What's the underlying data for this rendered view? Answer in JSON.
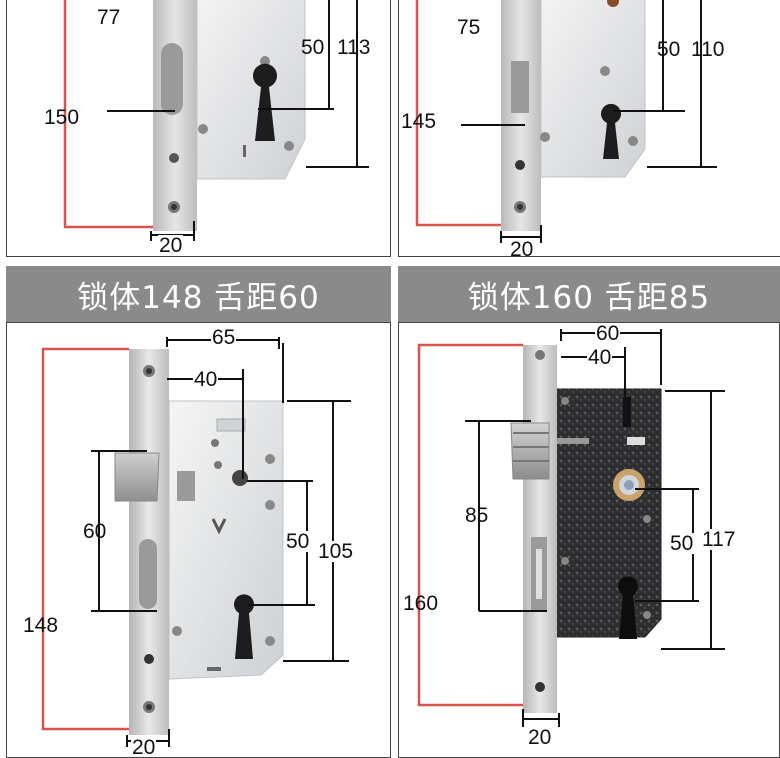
{
  "colors": {
    "title_bar": "#8a8a8a",
    "outline_red": "#d9534f",
    "plate_silver": "#d8d8d8",
    "box_dark": "#2e2e30"
  },
  "panels": [
    {
      "id": "top-left",
      "labels": {
        "a": "77",
        "b": "50",
        "c": "113",
        "d": "150",
        "e": "20"
      }
    },
    {
      "id": "top-right",
      "labels": {
        "a": "75",
        "b": "50",
        "c": "110",
        "d": "145",
        "e": "20"
      }
    },
    {
      "id": "bottom-left",
      "title": "锁体148 舌距60",
      "labels": {
        "a": "65",
        "b": "40",
        "c": "60",
        "d": "50",
        "e": "105",
        "f": "148",
        "g": "20"
      }
    },
    {
      "id": "bottom-right",
      "title": "锁体160 舌距85",
      "labels": {
        "a": "60",
        "b": "40",
        "c": "85",
        "d": "50",
        "e": "117",
        "f": "160",
        "g": "20"
      }
    }
  ]
}
